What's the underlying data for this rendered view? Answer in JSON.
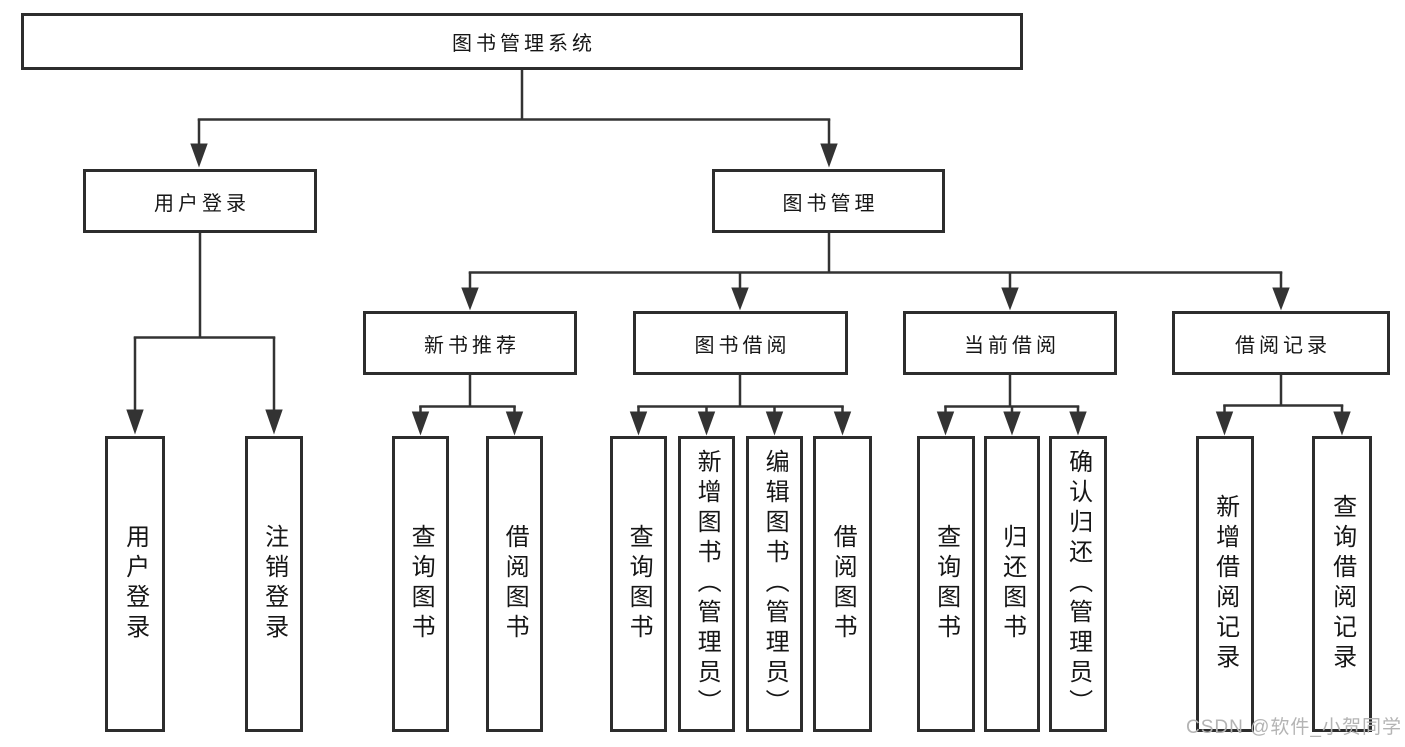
{
  "diagram": {
    "title": "图书管理系统",
    "colors": {
      "line": "#333333",
      "box_border": "#2d2d2d",
      "text": "#161616",
      "watermark": "#b4b4b4",
      "background": "#ffffff"
    },
    "tree": {
      "label": "图书管理系统",
      "children": [
        {
          "label": "用户登录",
          "children": [
            {
              "label": "用户登录"
            },
            {
              "label": "注销登录"
            }
          ]
        },
        {
          "label": "图书管理",
          "children": [
            {
              "label": "新书推荐",
              "children": [
                {
                  "label": "查询图书"
                },
                {
                  "label": "借阅图书"
                }
              ]
            },
            {
              "label": "图书借阅",
              "children": [
                {
                  "label": "查询图书"
                },
                {
                  "label": "新增图书（管理员）"
                },
                {
                  "label": "编辑图书（管理员）"
                },
                {
                  "label": "借阅图书"
                }
              ]
            },
            {
              "label": "当前借阅",
              "children": [
                {
                  "label": "查询图书"
                },
                {
                  "label": "归还图书"
                },
                {
                  "label": "确认归还（管理员）"
                }
              ]
            },
            {
              "label": "借阅记录",
              "children": [
                {
                  "label": "新增借阅记录"
                },
                {
                  "label": "查询借阅记录"
                }
              ]
            }
          ]
        }
      ]
    },
    "watermark": "CSDN @软件_小贺同学"
  }
}
